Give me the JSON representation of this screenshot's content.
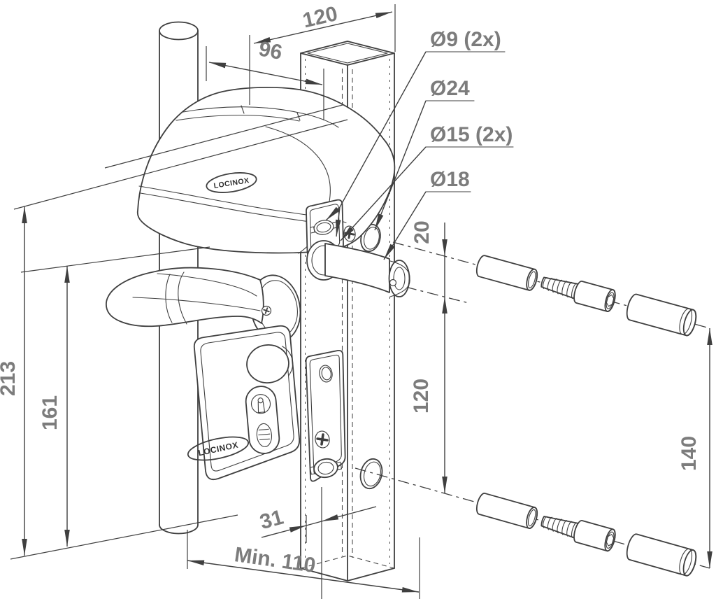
{
  "badges": {
    "upper": "LOCINOX",
    "lower": "LOCINOX"
  },
  "dimensions": {
    "depth_total": "120",
    "body_width": "96",
    "height_total": "213",
    "height_handle": "161",
    "offset_top": "20",
    "fixing_spacing": "120",
    "sleeve_span": "140",
    "backset": "31",
    "min_clearance": "Min. 110"
  },
  "callouts": {
    "hole_a": "Ø9 (2x)",
    "hole_b": "Ø24",
    "hole_c": "Ø15 (2x)",
    "hole_d": "Ø18"
  }
}
